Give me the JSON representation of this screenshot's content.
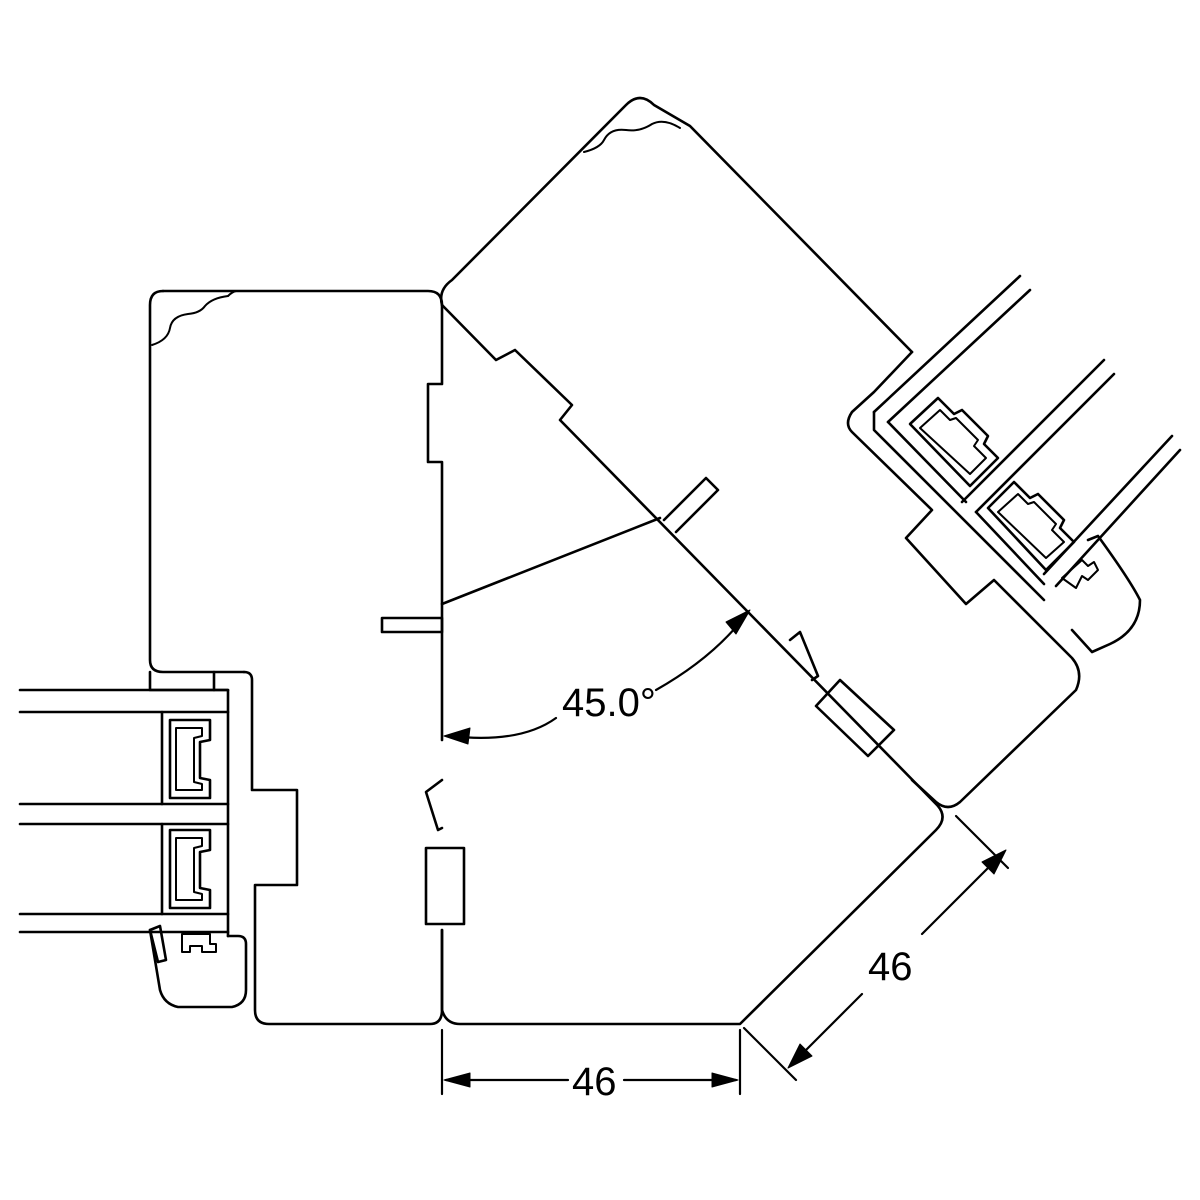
{
  "drawing": {
    "angle_label": "45.0°",
    "dim_bottom_label": "46",
    "dim_diagonal_label": "46",
    "line_color": "#000000",
    "background_color": "#ffffff"
  }
}
